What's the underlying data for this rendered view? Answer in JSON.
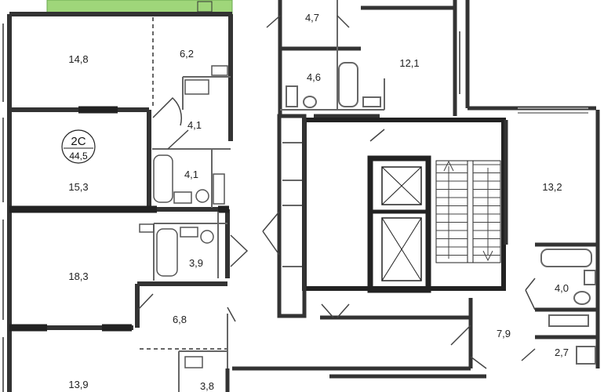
{
  "plan": {
    "badge": {
      "type": "2С",
      "area": "44,5"
    },
    "balcony_color": "#9fd67a",
    "rooms": [
      {
        "id": "r1",
        "area": "14,8"
      },
      {
        "id": "r2",
        "area": "6,2"
      },
      {
        "id": "r3",
        "area": "4,1"
      },
      {
        "id": "r4",
        "area": "4,1"
      },
      {
        "id": "r5",
        "area": "15,3"
      },
      {
        "id": "r6",
        "area": "18,3"
      },
      {
        "id": "r7",
        "area": "3,9"
      },
      {
        "id": "r8",
        "area": "6,8"
      },
      {
        "id": "r9",
        "area": "13,9"
      },
      {
        "id": "r10",
        "area": "3,8"
      },
      {
        "id": "r11",
        "area": "4,7"
      },
      {
        "id": "r12",
        "area": "4,6"
      },
      {
        "id": "r13",
        "area": "12,1"
      },
      {
        "id": "r14",
        "area": "13,2"
      },
      {
        "id": "r15",
        "area": "4,0"
      },
      {
        "id": "r16",
        "area": "7,9"
      },
      {
        "id": "r17",
        "area": "2,7"
      }
    ]
  }
}
